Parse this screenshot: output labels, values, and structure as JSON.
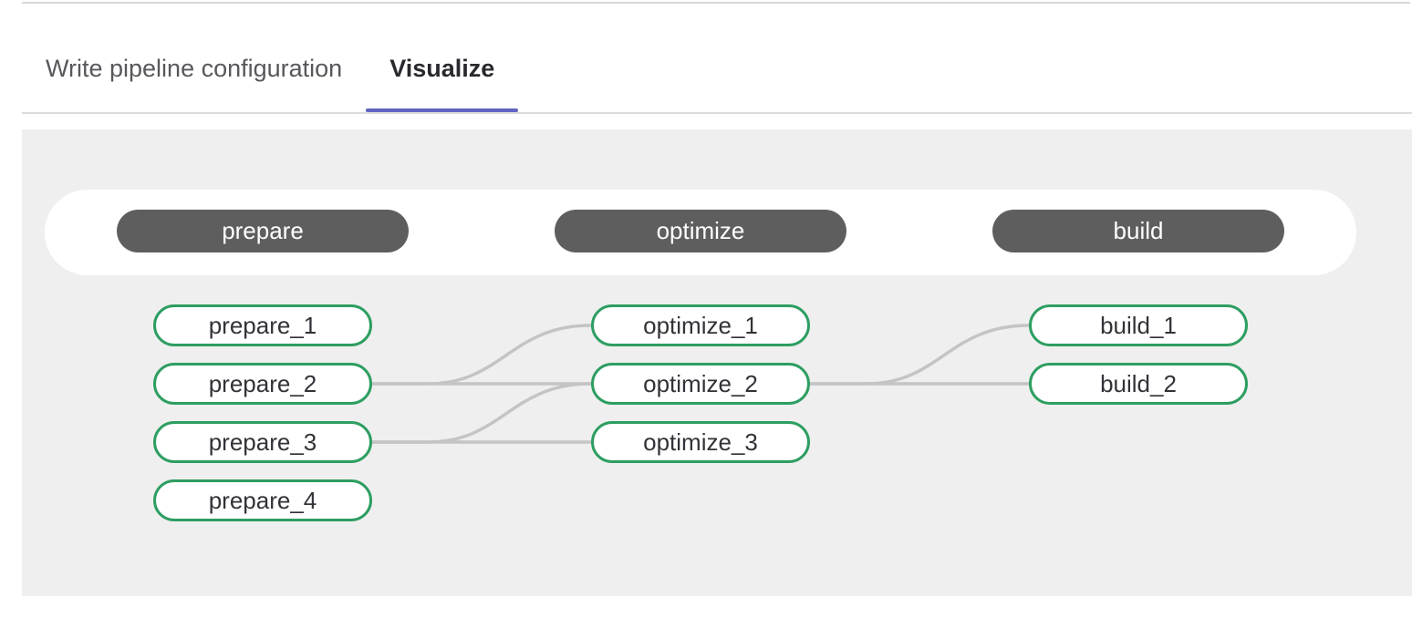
{
  "tabs": [
    {
      "label": "Write pipeline configuration",
      "active": false
    },
    {
      "label": "Visualize",
      "active": true
    }
  ],
  "pipeline": {
    "stages": [
      {
        "name": "prepare",
        "jobs": [
          "prepare_1",
          "prepare_2",
          "prepare_3",
          "prepare_4"
        ]
      },
      {
        "name": "optimize",
        "jobs": [
          "optimize_1",
          "optimize_2",
          "optimize_3"
        ]
      },
      {
        "name": "build",
        "jobs": [
          "build_1",
          "build_2"
        ]
      }
    ],
    "links": [
      {
        "from": "prepare_2",
        "to": "optimize_1"
      },
      {
        "from": "prepare_2",
        "to": "optimize_2"
      },
      {
        "from": "prepare_3",
        "to": "optimize_2"
      },
      {
        "from": "prepare_3",
        "to": "optimize_3"
      },
      {
        "from": "optimize_2",
        "to": "build_1"
      },
      {
        "from": "optimize_2",
        "to": "build_2"
      }
    ]
  },
  "colors": {
    "accent": "#6163c2",
    "green": "#2d9e61",
    "stage-bg": "#5e5e5e",
    "panel-bg": "#efefef",
    "connector": "#c4c4c4",
    "border": "#d8d8d8",
    "tab-inactive": "#57575c",
    "tab-active": "#28282e",
    "job-text": "#333238"
  }
}
